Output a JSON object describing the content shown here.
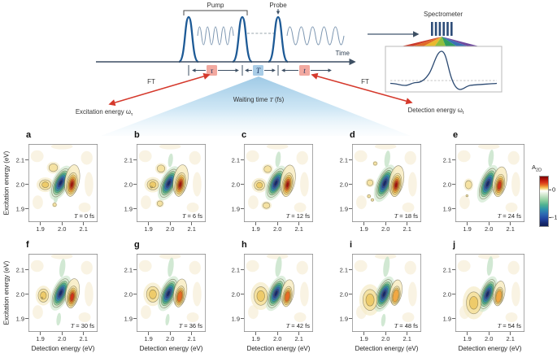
{
  "figure_labels": {
    "schematic": {
      "pump": "Pump",
      "probe": "Probe",
      "time": "Time",
      "tau_symbol": "τ",
      "T_symbol": "T",
      "t_symbol": "t",
      "ft_left": "FT",
      "ft_right": "FT",
      "excitation_prefix": "Excitation energy ω",
      "excitation_sub": "τ",
      "waiting_prefix": "Waiting time ",
      "waiting_symbol": "T",
      "waiting_suffix": " (fs)",
      "detection_prefix": "Detection energy ω",
      "detection_sub": "t",
      "spectrometer": "Spectrometer"
    },
    "colorbar": {
      "label_main": "A",
      "label_sub": "2D",
      "tick_top": "0",
      "tick_bottom": "−1"
    }
  },
  "chart_data": {
    "type": "heatmap",
    "description": "2x5 grid of 2D electronic spectra (A2D amplitude) versus waiting time T; central negative (blue) peak with positive (red) and weak positive (yellow) side lobes",
    "x_axis": {
      "label": "Detection energy (eV)",
      "ticks": [
        1.9,
        2.0,
        2.1
      ],
      "range": [
        1.845,
        2.165
      ]
    },
    "y_axis": {
      "label": "Excitation energy (eV)",
      "ticks": [
        1.9,
        2.0,
        2.1
      ],
      "range": [
        1.845,
        2.165
      ]
    },
    "colorbar": {
      "label": "A2D",
      "tick_values": [
        0,
        -1
      ],
      "positive_color": "#a81008",
      "zero_color": "#ffffff",
      "negative_color": "#16296f"
    },
    "waiting_times_fs": [
      0,
      6,
      12,
      18,
      24,
      30,
      36,
      42,
      48,
      54
    ],
    "panels": [
      {
        "letter": "a",
        "time_label": "T = 0 fs",
        "neg": {
          "x": 1.994,
          "y": 2.006,
          "tilt": 30
        },
        "pos": {
          "x": 2.046,
          "y": 1.999,
          "amp": 1.0
        },
        "lobes": [
          {
            "x": 1.96,
            "y": 2.068,
            "rx": 0.02,
            "ry": 0.016,
            "rings": 1
          },
          {
            "x": 1.923,
            "y": 1.998,
            "rx": 0.027,
            "ry": 0.02,
            "rings": 2
          },
          {
            "x": 1.966,
            "y": 1.916,
            "rx": 0.008,
            "ry": 0.007,
            "rings": 1
          }
        ],
        "streaks": [
          {
            "x": 1.972,
            "y": 1.945,
            "rx": 0.01,
            "ry": 0.022
          }
        ]
      },
      {
        "letter": "b",
        "time_label": "T = 6 fs",
        "neg": {
          "x": 1.994,
          "y": 2.004,
          "tilt": 30
        },
        "pos": {
          "x": 2.047,
          "y": 1.999,
          "amp": 1.0
        },
        "lobes": [
          {
            "x": 1.958,
            "y": 2.064,
            "rx": 0.018,
            "ry": 0.015,
            "rings": 1
          },
          {
            "x": 1.92,
            "y": 1.998,
            "rx": 0.026,
            "ry": 0.021,
            "rings": 2,
            "dot": true
          },
          {
            "x": 1.953,
            "y": 1.921,
            "rx": 0.013,
            "ry": 0.011,
            "rings": 1
          }
        ],
        "streaks": [
          {
            "x": 2.002,
            "y": 2.098,
            "rx": 0.011,
            "ry": 0.028
          }
        ]
      },
      {
        "letter": "c",
        "time_label": "T = 12 fs",
        "neg": {
          "x": 1.993,
          "y": 2.005,
          "tilt": 28
        },
        "pos": {
          "x": 2.047,
          "y": 1.998,
          "amp": 1.0
        },
        "lobes": [
          {
            "x": 1.955,
            "y": 2.062,
            "rx": 0.017,
            "ry": 0.014,
            "rings": 1
          },
          {
            "x": 1.917,
            "y": 1.996,
            "rx": 0.024,
            "ry": 0.02,
            "rings": 2
          },
          {
            "x": 1.949,
            "y": 1.913,
            "rx": 0.016,
            "ry": 0.012,
            "rings": 1
          }
        ],
        "streaks": [
          {
            "x": 2.003,
            "y": 2.102,
            "rx": 0.012,
            "ry": 0.032
          }
        ]
      },
      {
        "letter": "d",
        "time_label": "T = 18 fs",
        "neg": {
          "x": 1.996,
          "y": 2.004,
          "tilt": 26,
          "sy": 1.06
        },
        "pos": {
          "x": 2.049,
          "y": 1.997,
          "amp": 0.95
        },
        "lobes": [
          {
            "x": 1.928,
            "y": 2.006,
            "rx": 0.014,
            "ry": 0.012,
            "rings": 1
          },
          {
            "x": 1.923,
            "y": 1.951,
            "rx": 0.007,
            "ry": 0.006,
            "rings": 1
          },
          {
            "x": 1.939,
            "y": 1.936,
            "rx": 0.006,
            "ry": 0.005,
            "rings": 1
          },
          {
            "x": 1.952,
            "y": 2.085,
            "rx": 0.008,
            "ry": 0.007,
            "rings": 1
          }
        ],
        "streaks": [
          {
            "x": 2.008,
            "y": 2.104,
            "rx": 0.013,
            "ry": 0.034
          }
        ]
      },
      {
        "letter": "e",
        "time_label": "T = 24 fs",
        "neg": {
          "x": 1.995,
          "y": 2.002,
          "tilt": 25,
          "sy": 1.06
        },
        "pos": {
          "x": 2.049,
          "y": 1.995,
          "amp": 0.85
        },
        "lobes": [
          {
            "x": 1.906,
            "y": 1.998,
            "rx": 0.015,
            "ry": 0.017,
            "rings": 1
          },
          {
            "x": 1.899,
            "y": 1.953,
            "rx": 0.005,
            "ry": 0.004,
            "rings": 1
          }
        ],
        "streaks": [
          {
            "x": 2.01,
            "y": 2.107,
            "rx": 0.012,
            "ry": 0.035
          }
        ]
      },
      {
        "letter": "f",
        "time_label": "T = 30 fs",
        "neg": {
          "x": 1.994,
          "y": 2.004,
          "tilt": 27
        },
        "pos": {
          "x": 2.047,
          "y": 1.988,
          "amp": 0.8
        },
        "lobes": [
          {
            "x": 1.914,
            "y": 1.994,
            "rx": 0.024,
            "ry": 0.027,
            "rings": 2,
            "dot": true
          }
        ],
        "streaks": [
          {
            "x": 2.002,
            "y": 2.107,
            "rx": 0.013,
            "ry": 0.038
          },
          {
            "x": 1.985,
            "y": 1.897,
            "rx": 0.01,
            "ry": 0.026
          }
        ]
      },
      {
        "letter": "g",
        "time_label": "T = 36 fs",
        "neg": {
          "x": 1.992,
          "y": 2.002,
          "tilt": 27
        },
        "pos": {
          "x": 2.045,
          "y": 1.99,
          "amp": 0.68
        },
        "lobes": [
          {
            "x": 1.92,
            "y": 1.999,
            "rx": 0.029,
            "ry": 0.032,
            "rings": 2
          }
        ],
        "streaks": [
          {
            "x": 2.003,
            "y": 2.11,
            "rx": 0.013,
            "ry": 0.04
          },
          {
            "x": 1.988,
            "y": 1.895,
            "rx": 0.009,
            "ry": 0.024
          }
        ]
      },
      {
        "letter": "h",
        "time_label": "T = 42 fs",
        "neg": {
          "x": 1.994,
          "y": 2.003,
          "tilt": 26
        },
        "pos": {
          "x": 2.046,
          "y": 1.99,
          "amp": 0.58
        },
        "lobes": [
          {
            "x": 1.923,
            "y": 1.992,
            "rx": 0.031,
            "ry": 0.038,
            "rings": 2
          }
        ],
        "streaks": [
          {
            "x": 2.005,
            "y": 2.112,
            "rx": 0.014,
            "ry": 0.042
          }
        ]
      },
      {
        "letter": "i",
        "time_label": "T = 48 fs",
        "neg": {
          "x": 1.993,
          "y": 2.0,
          "tilt": 25
        },
        "pos": {
          "x": 2.047,
          "y": 1.993,
          "amp": 0.45
        },
        "lobes": [
          {
            "x": 1.928,
            "y": 1.976,
            "rx": 0.033,
            "ry": 0.043,
            "rings": 2
          }
        ],
        "streaks": [
          {
            "x": 2.004,
            "y": 2.112,
            "rx": 0.014,
            "ry": 0.042
          },
          {
            "x": 1.99,
            "y": 1.893,
            "rx": 0.01,
            "ry": 0.026
          }
        ]
      },
      {
        "letter": "j",
        "time_label": "T = 54 fs",
        "neg": {
          "x": 1.994,
          "y": 2.0,
          "tilt": 24,
          "sx": 0.95
        },
        "pos": {
          "x": 2.046,
          "y": 1.99,
          "amp": 0.38
        },
        "lobes": [
          {
            "x": 1.93,
            "y": 1.964,
            "rx": 0.034,
            "ry": 0.045,
            "rings": 2
          }
        ],
        "streaks": [
          {
            "x": 2.005,
            "y": 2.115,
            "rx": 0.013,
            "ry": 0.04
          }
        ]
      }
    ]
  }
}
